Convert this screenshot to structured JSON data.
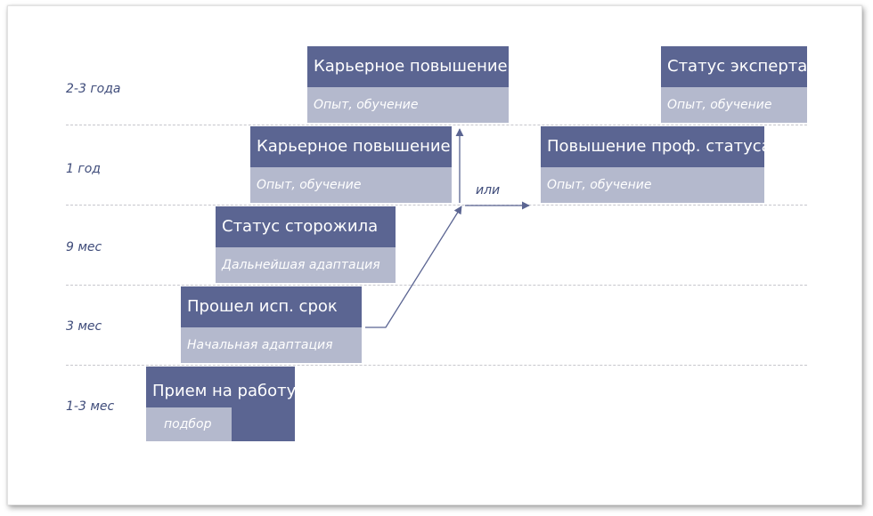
{
  "periods": [
    "2-3 года",
    "1 год",
    "9 мес",
    "3 мес",
    "1-3 мес"
  ],
  "cards": {
    "career_2": {
      "title": "Карьерное повышение",
      "sub": "Опыт, обучение"
    },
    "expert": {
      "title": "Статус эксперта",
      "sub": "Опыт, обучение"
    },
    "career_1": {
      "title": "Карьерное повышение",
      "sub": "Опыт, обучение"
    },
    "prof": {
      "title": "Повышение проф. статуса",
      "sub": "Опыт, обучение"
    },
    "oldtimer": {
      "title": "Статус сторожила",
      "sub": "Дальнейшая адаптация"
    },
    "probation": {
      "title": "Прошел исп. срок",
      "sub": "Начальная адаптация"
    },
    "hire": {
      "title": "Прием на работу",
      "sub": "подбор"
    }
  },
  "or_label": "или",
  "colors": {
    "header": "#5b6592",
    "subheader": "#b4b9cd",
    "text": "#3f4c7a",
    "divider": "#c6c6cc"
  }
}
